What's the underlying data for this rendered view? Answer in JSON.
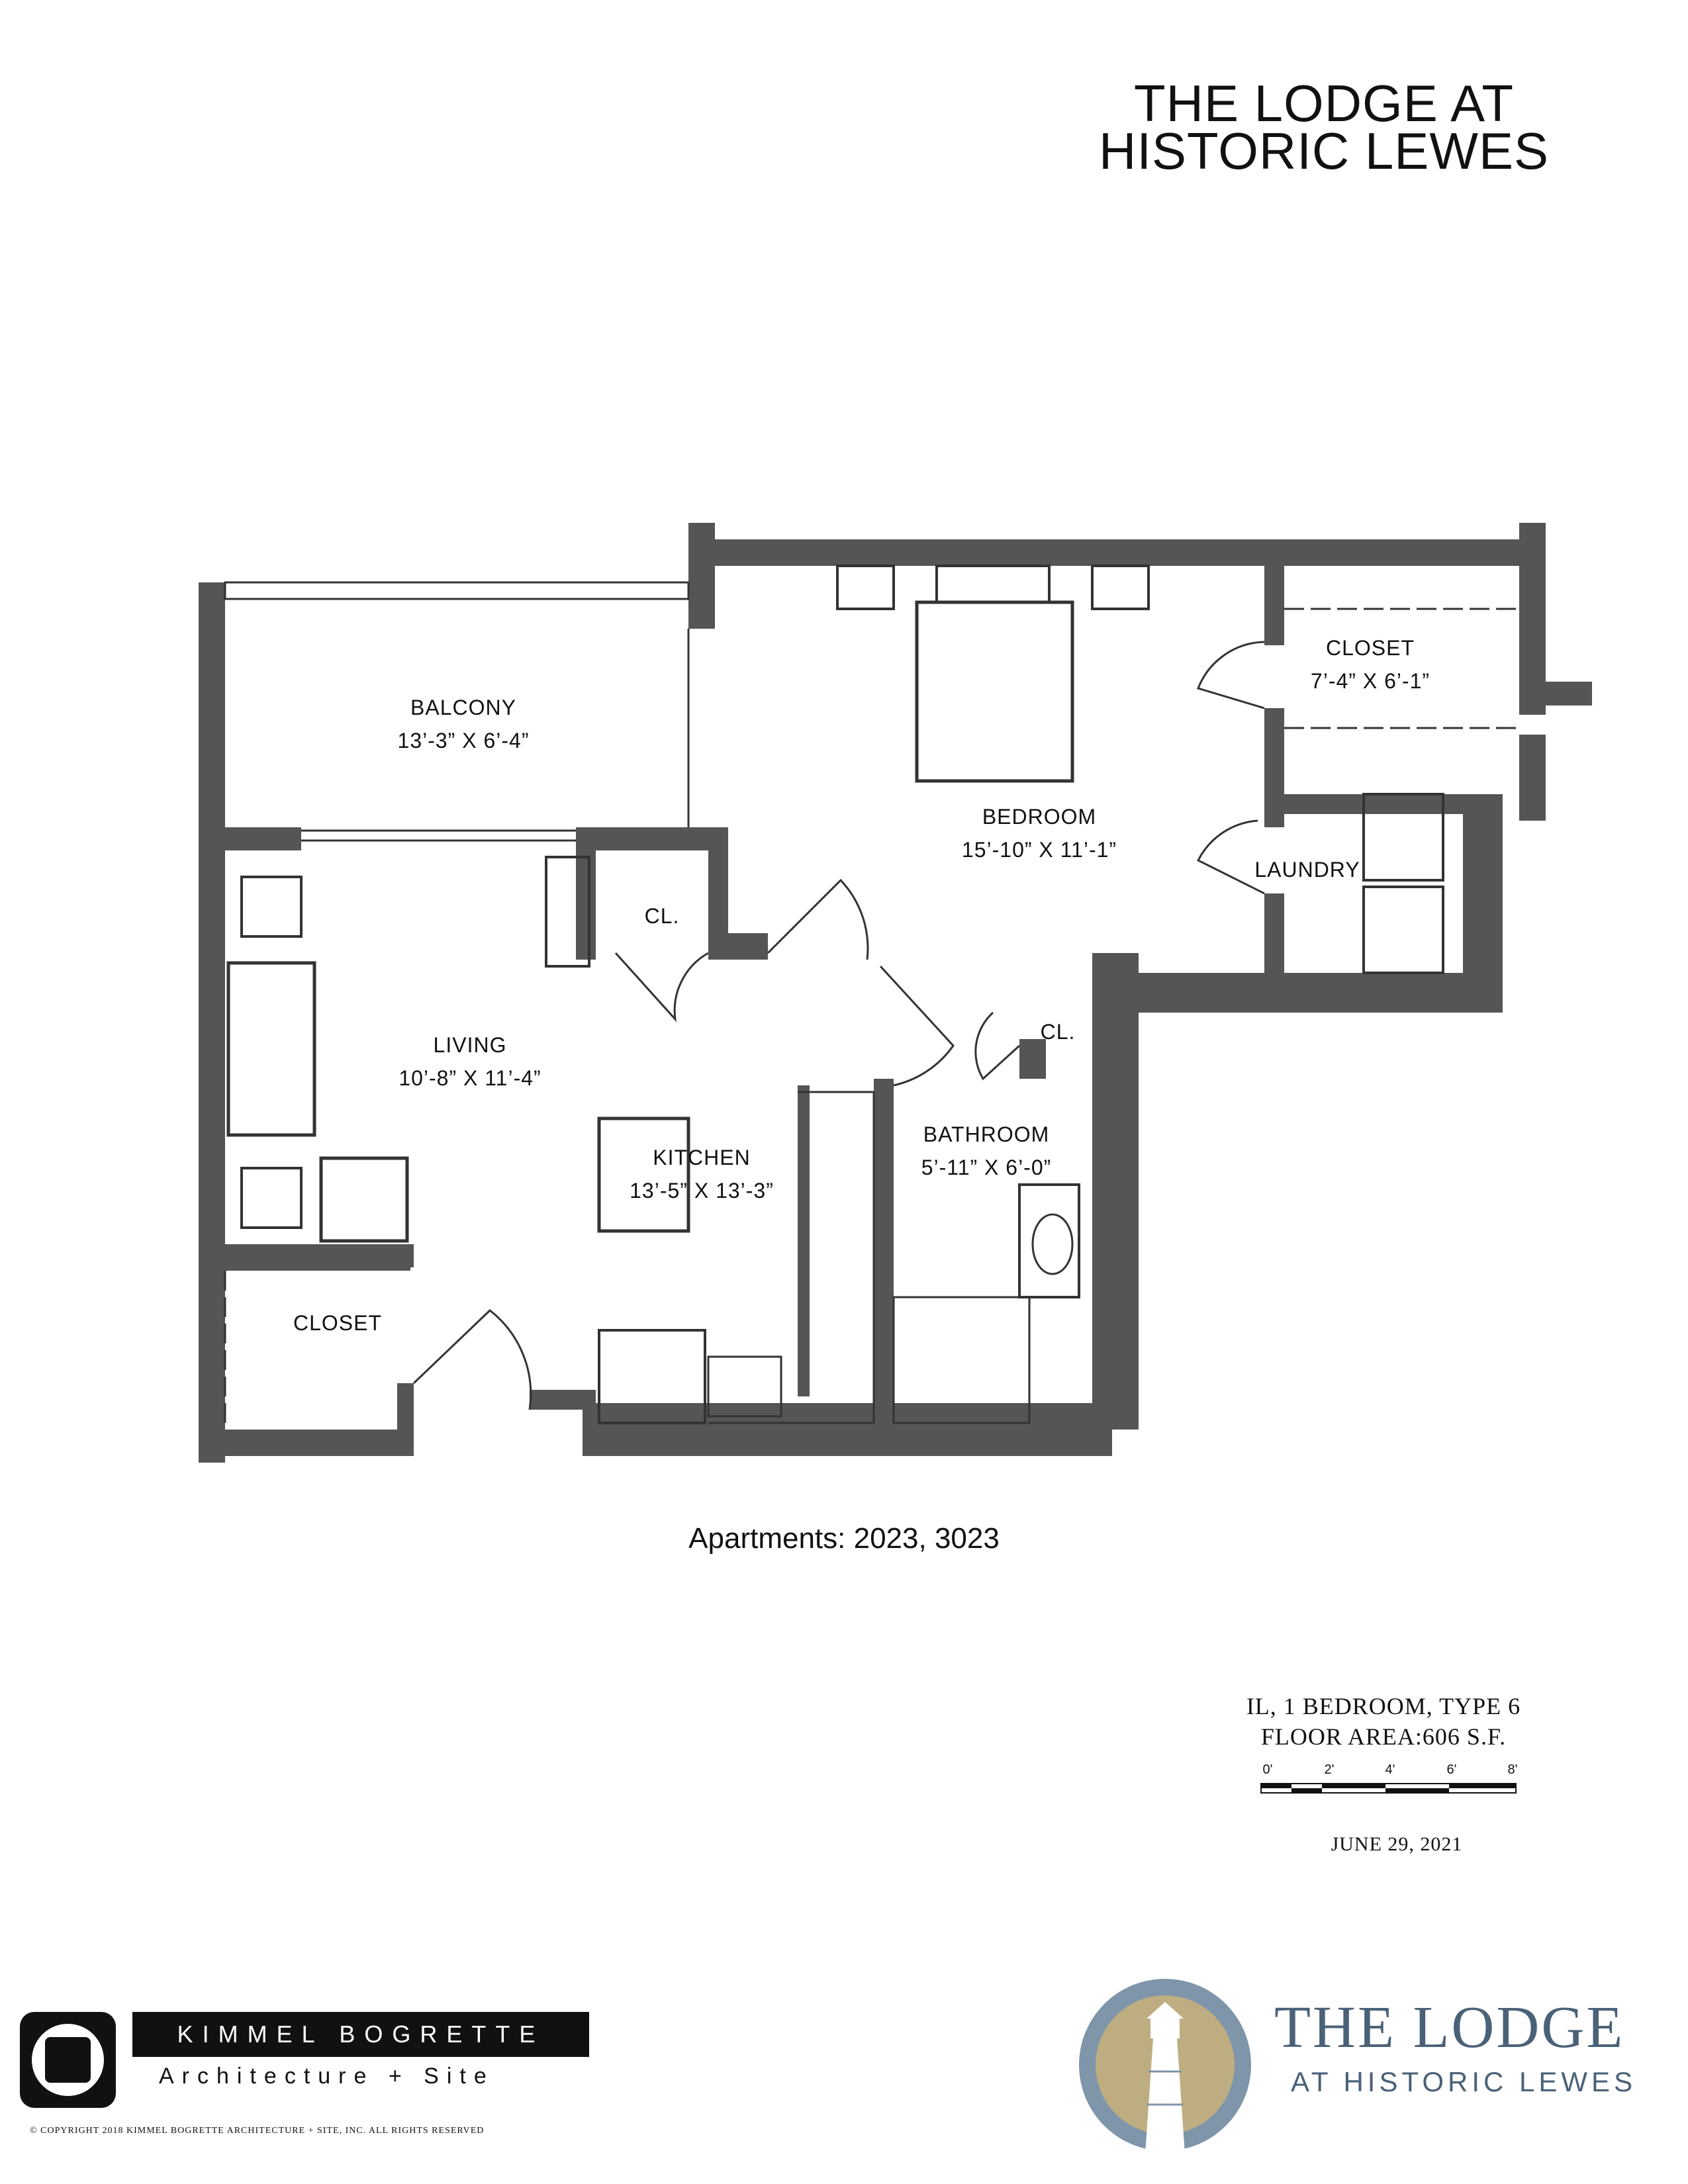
{
  "header": {
    "title_line1": "THE LODGE AT",
    "title_line2": "HISTORIC LEWES"
  },
  "rooms": {
    "balcony": {
      "name": "BALCONY",
      "dims": "13’-3” X 6’-4”"
    },
    "bedroom": {
      "name": "BEDROOM",
      "dims": "15’-10” X 11’-1”"
    },
    "closet_bed": {
      "name": "CLOSET",
      "dims": "7’-4” X 6’-1”"
    },
    "laundry": {
      "name": "LAUNDRY"
    },
    "cl_living": {
      "name": "CL."
    },
    "cl_bath": {
      "name": "CL."
    },
    "living": {
      "name": "LIVING",
      "dims": "10’-8” X 11’-4”"
    },
    "kitchen": {
      "name": "KITCHEN",
      "dims": "13’-5” X 13’-3”"
    },
    "bathroom": {
      "name": "BATHROOM",
      "dims": "5’-11” X 6’-0”"
    },
    "closet_entry": {
      "name": "CLOSET"
    }
  },
  "apartments": "Apartments: 2023, 3023",
  "unit": {
    "type": "IL, 1 BEDROOM, TYPE 6",
    "area": "FLOOR AREA:606 S.F."
  },
  "scale": {
    "ticks": [
      "0'",
      "2'",
      "4'",
      "6'",
      "8'"
    ]
  },
  "date": "JUNE 29, 2021",
  "architect": {
    "name": "KIMMEL BOGRETTE",
    "subtitle": "Architecture + Site",
    "copyright": "© COPYRIGHT 2018 KIMMEL BOGRETTE ARCHITECTURE + SITE, INC. ALL RIGHTS RESERVED"
  },
  "brand": {
    "name": "THE LODGE",
    "sub": "AT HISTORIC LEWES",
    "color": "#4a6278"
  }
}
